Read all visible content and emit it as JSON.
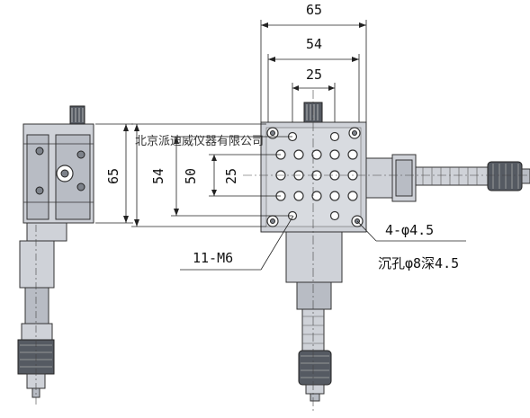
{
  "dimensions": {
    "top_outer": "65",
    "top_middle": "54",
    "top_inner": "25",
    "left_outer": "54",
    "left_middle": "50",
    "left_inner": "25",
    "side_view_height": "65"
  },
  "annotations": {
    "tapped_holes": "11-M6",
    "through_holes": "4-φ4.5",
    "counterbore": "沉孔φ8深4.5"
  },
  "watermark": "北京派迪威仪器有限公司"
}
